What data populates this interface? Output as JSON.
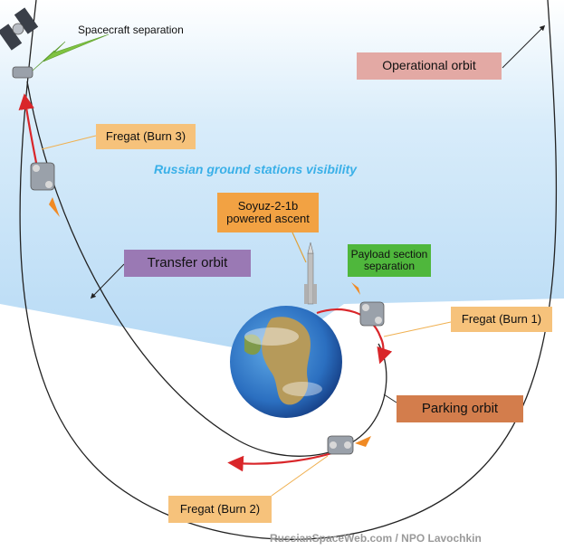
{
  "labels": {
    "spacecraft_separation": "Spacecraft separation",
    "operational_orbit": "Operational orbit",
    "fregat_burn3": "Fregat (Burn 3)",
    "visibility": "Russian ground stations visibility",
    "soyuz_ascent": "Soyuz-2-1b powered ascent",
    "payload_separation": "Payload section separation",
    "transfer_orbit": "Transfer orbit",
    "fregat_burn1": "Fregat (Burn 1)",
    "parking_orbit": "Parking orbit",
    "fregat_burn2": "Fregat (Burn 2)",
    "credit": "RussianSpaceWeb.com / NPO Lavochkin"
  },
  "colors": {
    "sky_blue": "#bfe0f7",
    "burn_arrow": "#d9262a",
    "orbit_line": "#222222",
    "operational_box": "#e3a9a4",
    "fregat_box": "#f6c27b",
    "soyuz_box": "#f2a243",
    "payload_box": "#4fb73c",
    "transfer_box": "#9a79b4",
    "parking_box": "#d37d4c",
    "visibility_text": "#3ab0e8",
    "separation_arrow": "#7fc241"
  }
}
